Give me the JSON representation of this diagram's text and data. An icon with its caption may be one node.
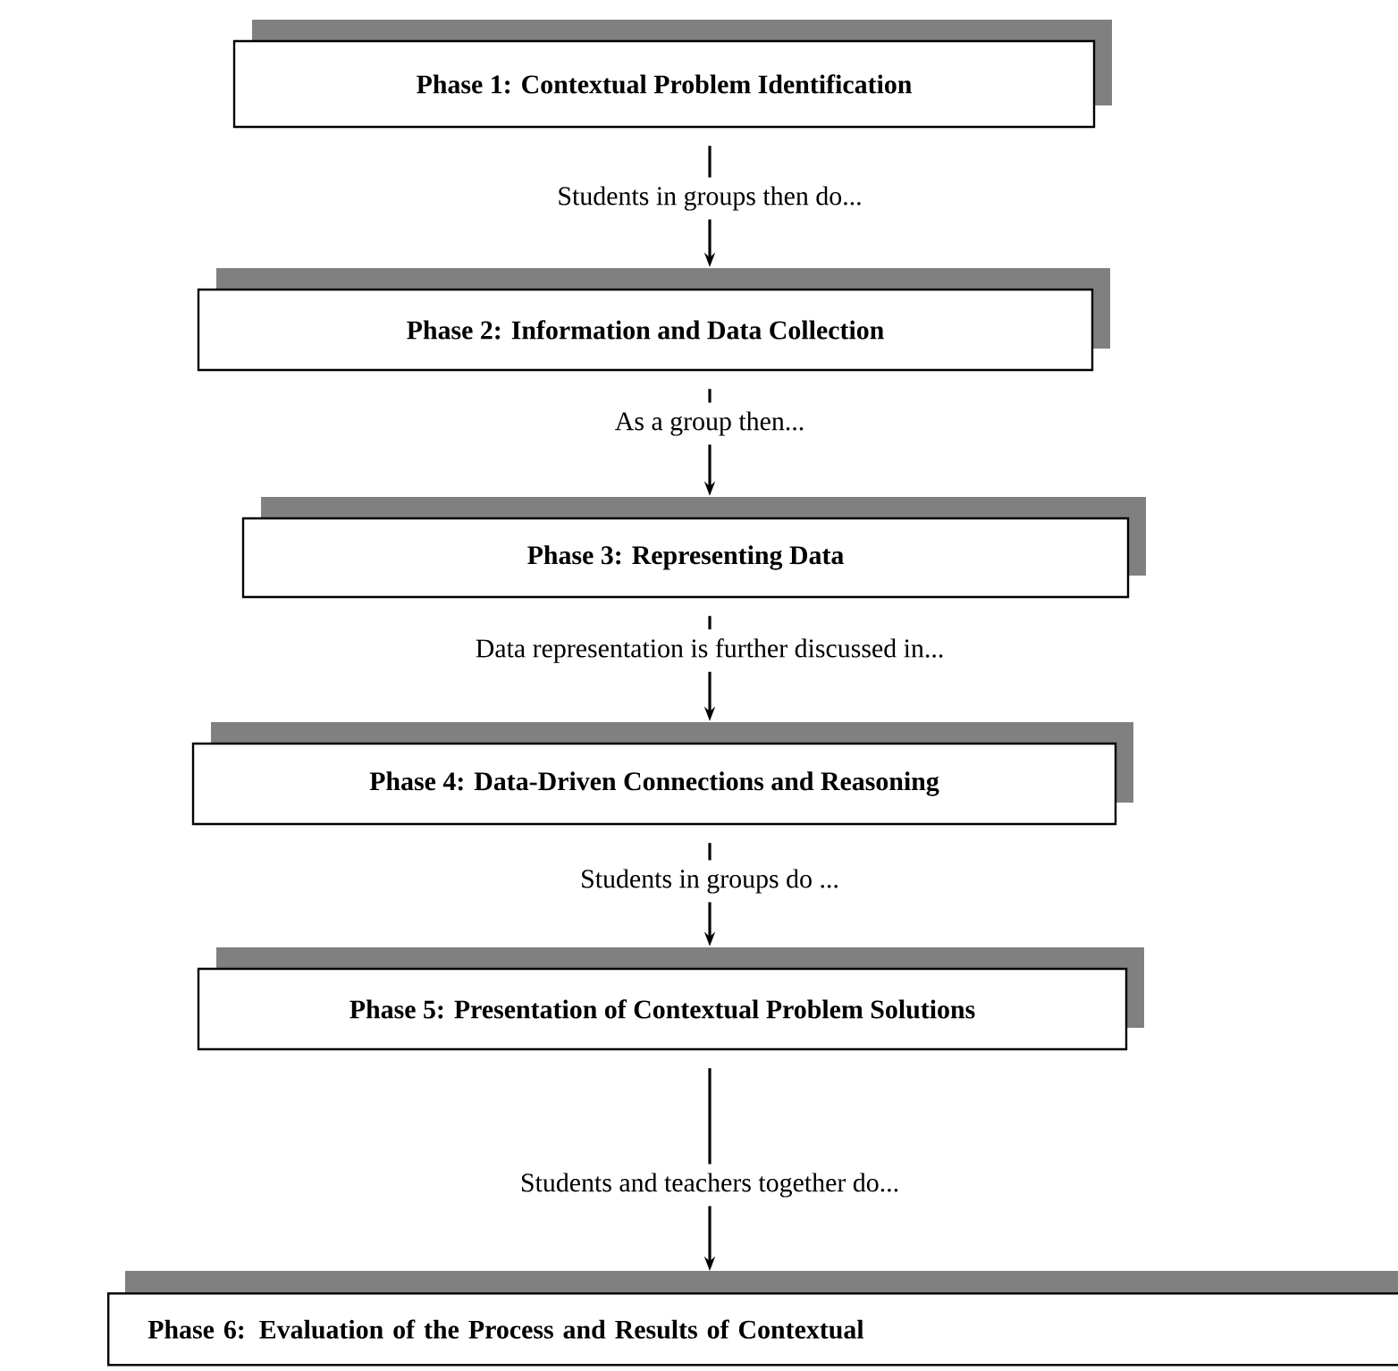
{
  "diagram": {
    "nodes": [
      {
        "text": [
          "Phase 1: Contextual Problem Identification"
        ]
      },
      {
        "text": [
          "Phase 2: Information and Data Collection"
        ]
      },
      {
        "text": [
          "Phase 3: Representing Data"
        ]
      },
      {
        "text": [
          "Phase 4: Data-Driven Connections and Reasoning"
        ]
      },
      {
        "text": [
          "Phase 5: Presentation of Contextual Problem Solutions"
        ]
      },
      {
        "text": [
          "Phase 6: Evaluation of the Process and Results of Contextual"
        ]
      }
    ],
    "edges": [
      {
        "from": 0,
        "to": 1,
        "arrow": "to",
        "label": "Students in groups then do..."
      },
      {
        "from": 1,
        "to": 2,
        "arrow": "to",
        "label": "As a group then..."
      },
      {
        "from": 2,
        "to": 3,
        "arrow": "to",
        "label": "Data representation is further discussed in..."
      },
      {
        "from": 3,
        "to": 4,
        "arrow": "to",
        "label": "Students in groups do ..."
      },
      {
        "from": 4,
        "to": 5,
        "arrow": "to",
        "label": "Students and teachers together do..."
      }
    ]
  }
}
